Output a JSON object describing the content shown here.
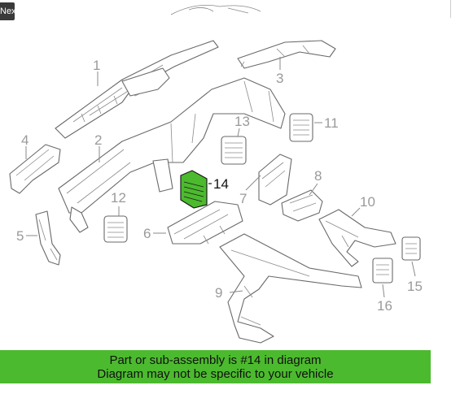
{
  "nav": {
    "next_label": "Next"
  },
  "diagram": {
    "highlighted_part": "14",
    "highlight_color": "#4cba2e",
    "callouts": [
      "1",
      "2",
      "3",
      "4",
      "5",
      "6",
      "7",
      "8",
      "9",
      "10",
      "11",
      "12",
      "13",
      "14",
      "15",
      "16"
    ]
  },
  "banner": {
    "line1": "Part or sub-assembly is #14 in diagram",
    "line2": "Diagram may not be specific to your vehicle",
    "color": "#4cba2e"
  }
}
